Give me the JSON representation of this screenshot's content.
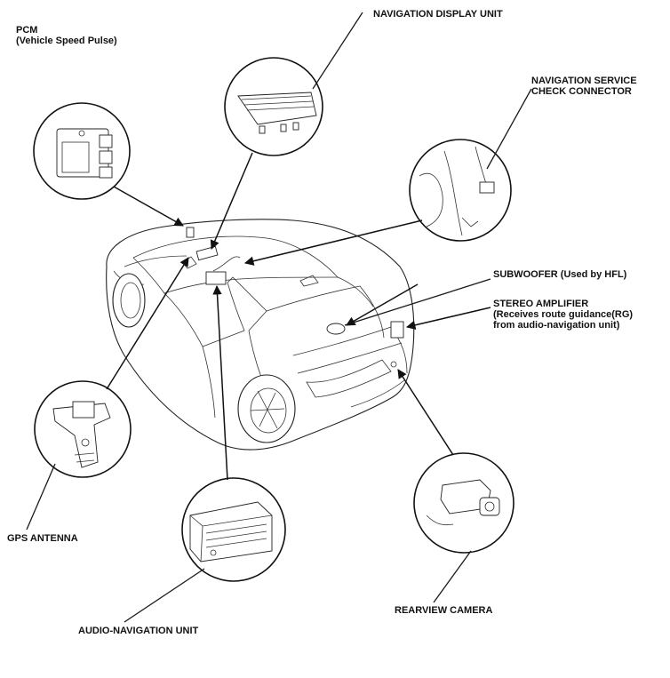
{
  "labels": {
    "pcm_title": "PCM",
    "pcm_sub": "(Vehicle Speed Pulse)",
    "nav_display": "NAVIGATION DISPLAY UNIT",
    "nav_service_1": "NAVIGATION SERVICE",
    "nav_service_2": "CHECK CONNECTOR",
    "subwoofer": "SUBWOOFER (Used by HFL)",
    "amp_title": "STEREO AMPLIFIER",
    "amp_sub_1": "(Receives route guidance(RG)",
    "amp_sub_2": "from audio-navigation unit)",
    "gps": "GPS ANTENNA",
    "audio_nav": "AUDIO-NAVIGATION UNIT",
    "rear_camera": "REARVIEW CAMERA"
  },
  "icons": [
    "pcm-icon",
    "navigation-display-icon",
    "service-connector-icon",
    "gps-antenna-icon",
    "audio-navigation-unit-icon",
    "rearview-camera-icon",
    "car-icon"
  ]
}
